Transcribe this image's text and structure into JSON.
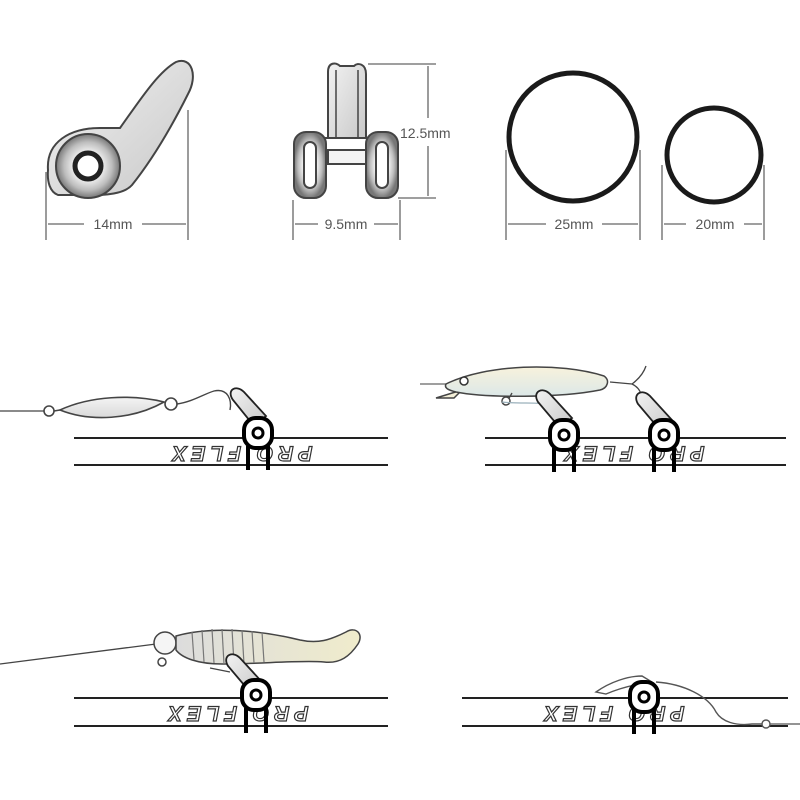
{
  "dimensions": {
    "keeper_width": "14mm",
    "keeper_depth": "9.5mm",
    "keeper_height": "12.5mm",
    "ring_large": "25mm",
    "ring_small": "20mm"
  },
  "brand": "PRO FLEX"
}
